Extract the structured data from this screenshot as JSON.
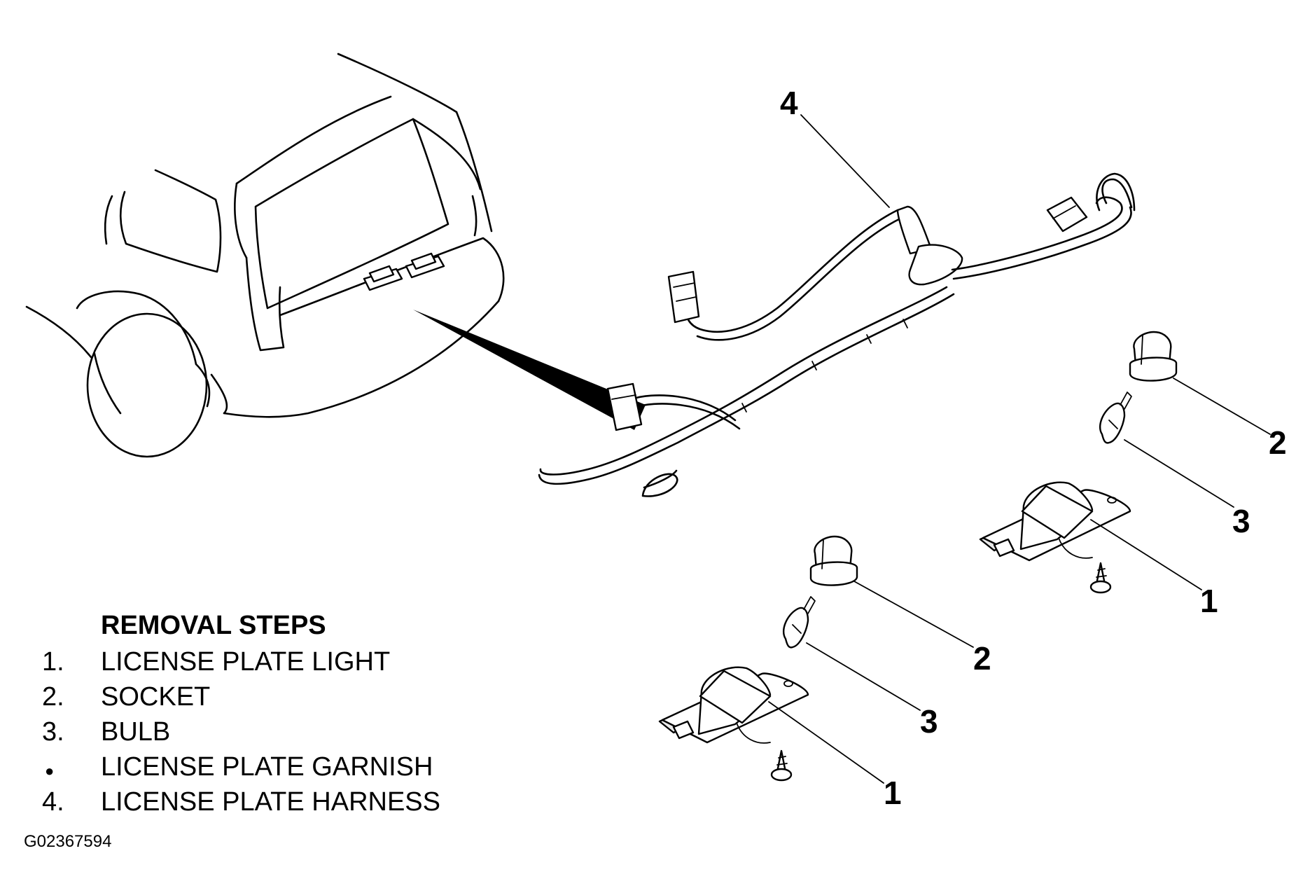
{
  "callouts": {
    "harness": "4",
    "socket_upper": "2",
    "bulb_upper": "3",
    "light_upper": "1",
    "socket_lower": "2",
    "bulb_lower": "3",
    "light_lower": "1"
  },
  "legend": {
    "title": "REMOVAL STEPS",
    "items": [
      {
        "marker": "1.",
        "text": "LICENSE PLATE LIGHT"
      },
      {
        "marker": "2.",
        "text": "SOCKET"
      },
      {
        "marker": "3.",
        "text": "BULB"
      },
      {
        "marker": "●",
        "text": "LICENSE PLATE GARNISH"
      },
      {
        "marker": "4.",
        "text": "LICENSE PLATE HARNESS"
      }
    ]
  },
  "figure_code": "G02367594"
}
